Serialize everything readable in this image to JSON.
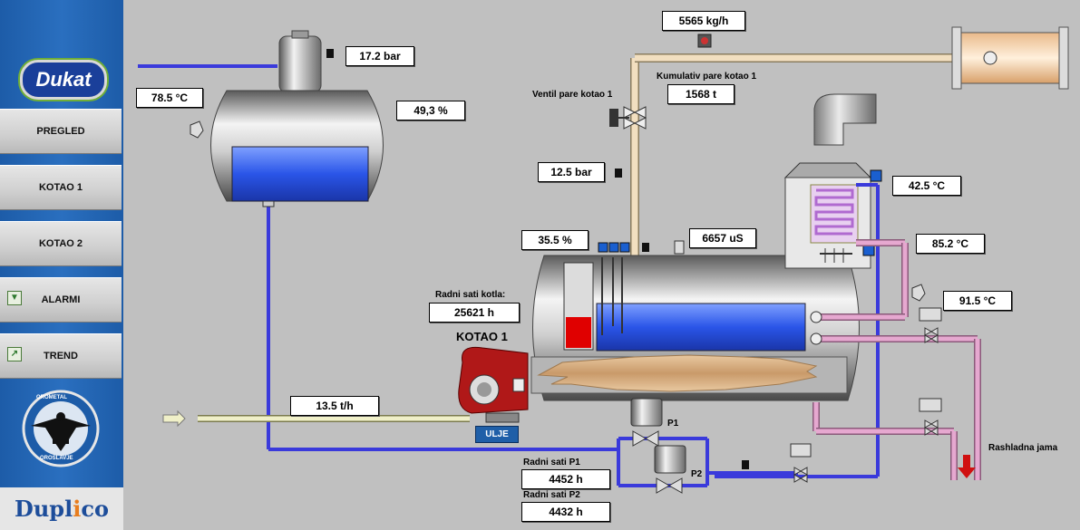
{
  "sidebar": {
    "logo_text": "Dukat",
    "items": [
      {
        "label": "PREGLED"
      },
      {
        "label": "KOTAO 1"
      },
      {
        "label": "KOTAO 2"
      },
      {
        "label": "ALARMI"
      },
      {
        "label": "TREND"
      }
    ],
    "emblem_top_text": "OROMETAL",
    "emblem_bottom_text": "OROSLAVJE",
    "brand_text_a": "Dupl",
    "brand_text_b": "i",
    "brand_text_c": "co"
  },
  "readouts": {
    "drum_pressure": "17.2 bar",
    "drum_temp": "78.5 °C",
    "drum_level": "49,3 %",
    "steam_flow": "5565 kg/h",
    "steam_total_label": "Kumulativ pare kotao 1",
    "steam_total": "1568 t",
    "valve_label": "Ventil pare kotao 1",
    "steam_pressure": "12.5 bar",
    "boiler_level": "35.5 %",
    "conductivity": "6657 uS",
    "hours_label": "Radni sati kotla:",
    "hours": "25621 h",
    "boiler_title": "KOTAO 1",
    "oil_flow": "13.5 t/h",
    "oil_label": "ULJE",
    "temp_top": "42.5 °C",
    "temp_mid": "85.2 °C",
    "temp_low": "91.5 °C",
    "p1_label": "P1",
    "p2_label": "P2",
    "p1_hours_label": "Radni sati P1",
    "p1_hours": "4452 h",
    "p2_hours_label": "Radni sati P2",
    "p2_hours": "4432 h",
    "drain_label": "Rashladna jama"
  },
  "colors": {
    "sidebar_blue": "#1d5ca8",
    "water_blue": "#2a55e8",
    "pipe_blue": "#3a3adb",
    "pipe_steam": "#f2dfc0",
    "pipe_pink": "#d98ab8",
    "burner_red": "#b01818",
    "level_red": "#e00000",
    "background": "#c0c0c0"
  }
}
